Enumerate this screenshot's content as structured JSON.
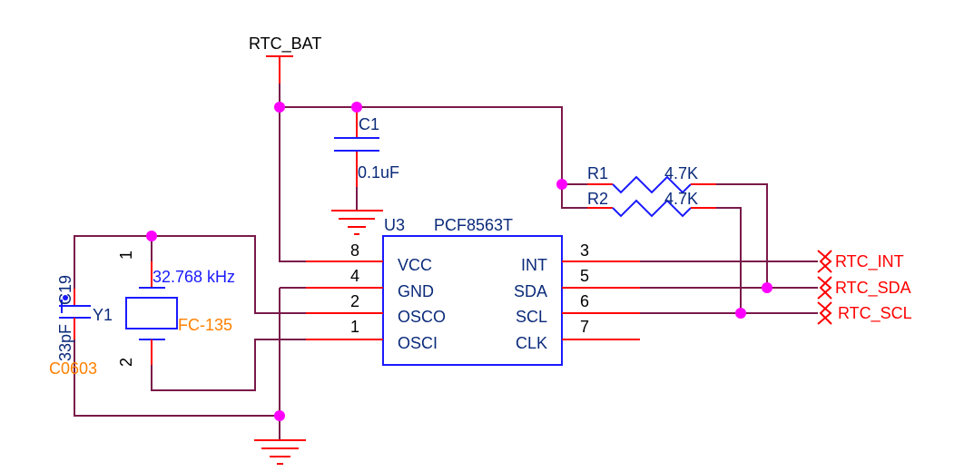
{
  "schematic": {
    "power_net": "RTC_BAT",
    "ic": {
      "ref": "U3",
      "part": "PCF8563T",
      "left_pins": [
        {
          "num": "8",
          "name": "VCC"
        },
        {
          "num": "4",
          "name": "GND"
        },
        {
          "num": "2",
          "name": "OSCO"
        },
        {
          "num": "1",
          "name": "OSCI"
        }
      ],
      "right_pins": [
        {
          "num": "3",
          "name": "INT"
        },
        {
          "num": "5",
          "name": "SDA"
        },
        {
          "num": "6",
          "name": "SCL"
        },
        {
          "num": "7",
          "name": "CLK"
        }
      ]
    },
    "c1": {
      "ref": "C1",
      "value": "0.1uF"
    },
    "r1": {
      "ref": "R1",
      "value": "4.7K"
    },
    "r2": {
      "ref": "R2",
      "value": "4.7K"
    },
    "crystal": {
      "ref": "Y1",
      "freq": "32.768 kHz",
      "package": "FC-135",
      "pin1": "1",
      "pin2": "2"
    },
    "c19": {
      "ref": "C19",
      "value": "33pF",
      "package": "C0603"
    },
    "net_labels": [
      "RTC_INT",
      "RTC_SDA",
      "RTC_SCL"
    ],
    "colors": {
      "wire": "#7a1a4a",
      "pin": "#ff0000",
      "part": "#1a1aff",
      "junction": "#ff00ff",
      "net_label": "#ff0000",
      "package": "#ff8000"
    }
  }
}
